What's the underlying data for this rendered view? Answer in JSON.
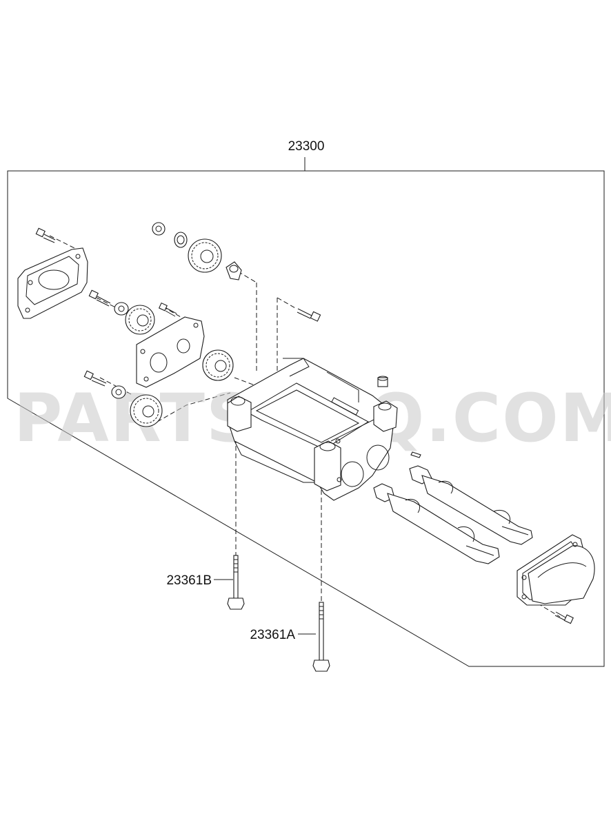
{
  "labels": {
    "assembly": "23300",
    "bolt_b": "23361B",
    "bolt_a": "23361A"
  },
  "watermark": "PARTSOUQ.COM",
  "colors": {
    "line": "#1a1a1a",
    "watermark": "#c9c9c9",
    "background": "#ffffff"
  }
}
